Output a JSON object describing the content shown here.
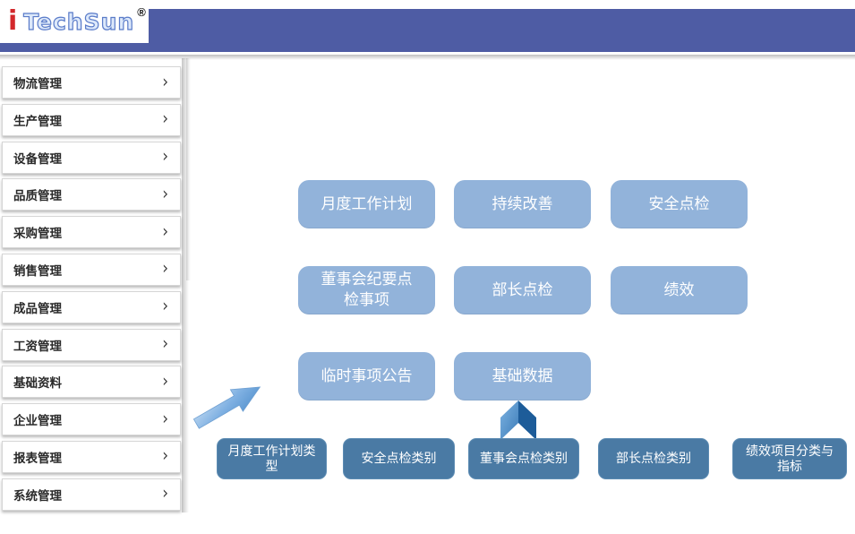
{
  "header": {
    "logo": {
      "prefix": "i",
      "name": "TechSun",
      "registered": "®"
    }
  },
  "sidebar": {
    "chevron_icon": "›",
    "items": [
      {
        "label": "物流管理"
      },
      {
        "label": "生产管理"
      },
      {
        "label": "设备管理"
      },
      {
        "label": "品质管理"
      },
      {
        "label": "采购管理"
      },
      {
        "label": "销售管理"
      },
      {
        "label": "成品管理"
      },
      {
        "label": "工资管理"
      },
      {
        "label": "基础资料"
      },
      {
        "label": "企业管理"
      },
      {
        "label": "报表管理"
      },
      {
        "label": "系统管理"
      }
    ]
  },
  "main": {
    "feature_buttons": [
      {
        "label": "月度工作计划"
      },
      {
        "label": "持续改善"
      },
      {
        "label": "安全点检"
      },
      {
        "label": "董事会纪要点检事项"
      },
      {
        "label": "部长点检"
      },
      {
        "label": "绩效"
      },
      {
        "label": "临时事项公告"
      },
      {
        "label": "基础数据"
      }
    ],
    "category_buttons": [
      {
        "label": "月度工作计划类型"
      },
      {
        "label": "安全点检类别"
      },
      {
        "label": "董事会点检类别"
      },
      {
        "label": "部长点检类别"
      },
      {
        "label": "绩效项目分类与指标"
      }
    ]
  },
  "colors": {
    "header_band": "#4e5ca4",
    "feature_button": "#92b3da",
    "category_button": "#4a7aa4",
    "logo_red": "#d3282b",
    "logo_outline_blue": "#5b7cc9",
    "button_text": "#ffffff",
    "sidebar_text": "#2a2a2a"
  }
}
